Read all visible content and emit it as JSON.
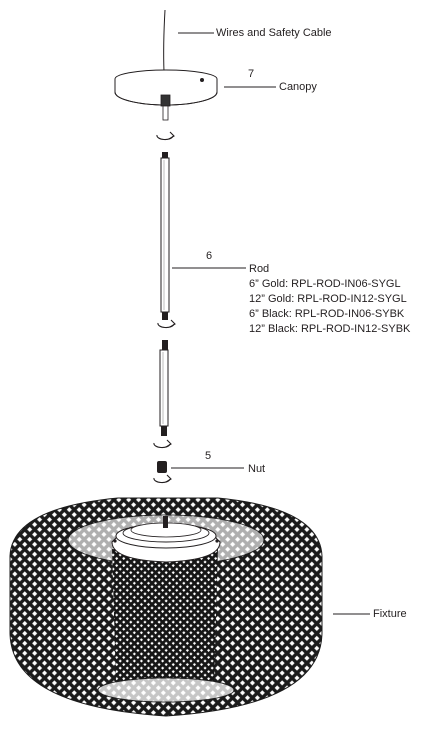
{
  "parts": {
    "wires": {
      "label": "Wires and Safety Cable"
    },
    "canopy": {
      "number": "7",
      "label": "Canopy"
    },
    "rod": {
      "number": "6",
      "label": "Rod",
      "specs": [
        "6” Gold:  RPL-ROD-IN06-SYGL",
        "12” Gold: RPL-ROD-IN12-SYGL",
        "6” Black: RPL-ROD-IN06-SYBK",
        "12” Black: RPL-ROD-IN12-SYBK"
      ]
    },
    "nut": {
      "number": "5",
      "label": "Nut"
    },
    "fixture": {
      "label": "Fixture"
    }
  },
  "colors": {
    "ink": "#231f20",
    "metal": "#bdbdbd",
    "background": "#ffffff"
  }
}
